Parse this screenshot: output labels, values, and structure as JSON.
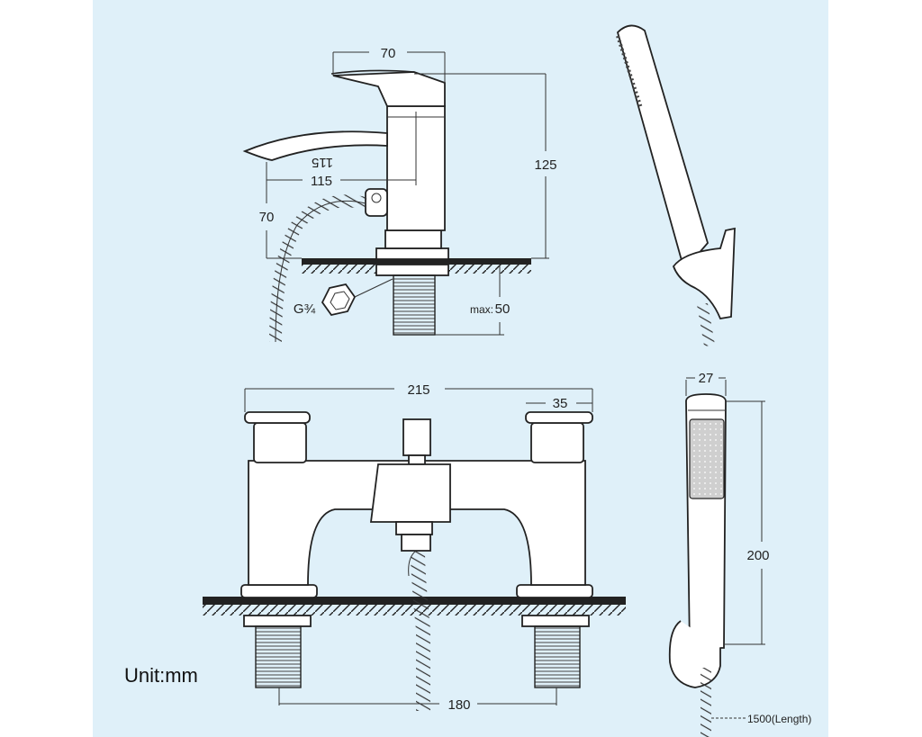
{
  "colors": {
    "panel_background": "#dff0f9",
    "page_background": "#ffffff",
    "line": "#222222",
    "spray_face": "#cfcfcf"
  },
  "dimensions": {
    "side_top_width": "70",
    "side_spout_reach": "115",
    "side_spout_reach_handwritten": "115",
    "side_total_height": "125",
    "side_spout_height": "70",
    "side_thread_max_label": "max:",
    "side_thread_max_value": "50",
    "thread_size": "G¾",
    "front_total_width": "215",
    "front_handle_width": "35",
    "front_center_distance": "180",
    "handset_width": "27",
    "handset_height": "200",
    "hose_length": "1500(Length)"
  },
  "unit_label": "Unit:mm"
}
